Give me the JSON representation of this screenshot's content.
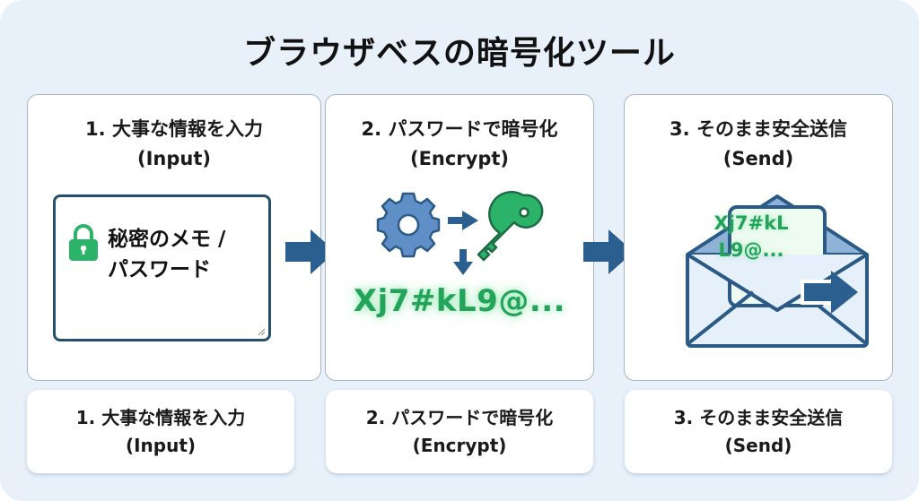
{
  "title": "ブラウザベスの暗号化ツール",
  "colors": {
    "panel_bg": "#e8f1fa",
    "arrow_blue": "#2a5f8f",
    "accent_green": "#24a35a",
    "gear_blue": "#5f8fc6",
    "border_dark": "#23506f"
  },
  "steps": [
    {
      "heading": "1. 大事な情報を入力",
      "subheading": "(Input)",
      "input_box": {
        "icon": "lock-icon",
        "text_line1": "秘密のメモ /",
        "text_line2": "パスワード"
      }
    },
    {
      "heading": "2. パスワードで暗号化",
      "subheading": "(Encrypt)",
      "icons": [
        "gear-icon",
        "arrow-right-icon",
        "key-icon",
        "arrow-down-icon"
      ],
      "cipher_text": "Xj7#kL9@..."
    },
    {
      "heading": "3. そのまま安全送信",
      "subheading": "(Send)",
      "icons": [
        "envelope-icon",
        "send-arrow-icon"
      ],
      "letter_line1": "Xj7#kL",
      "letter_line2": "L9@..."
    }
  ],
  "summary": [
    {
      "heading": "1. 大事な情報を入力",
      "subheading": "(Input)"
    },
    {
      "heading": "2. パスワードで暗号化",
      "subheading": "(Encrypt)"
    },
    {
      "heading": "3. そのまま安全送信",
      "subheading": "(Send)"
    }
  ]
}
